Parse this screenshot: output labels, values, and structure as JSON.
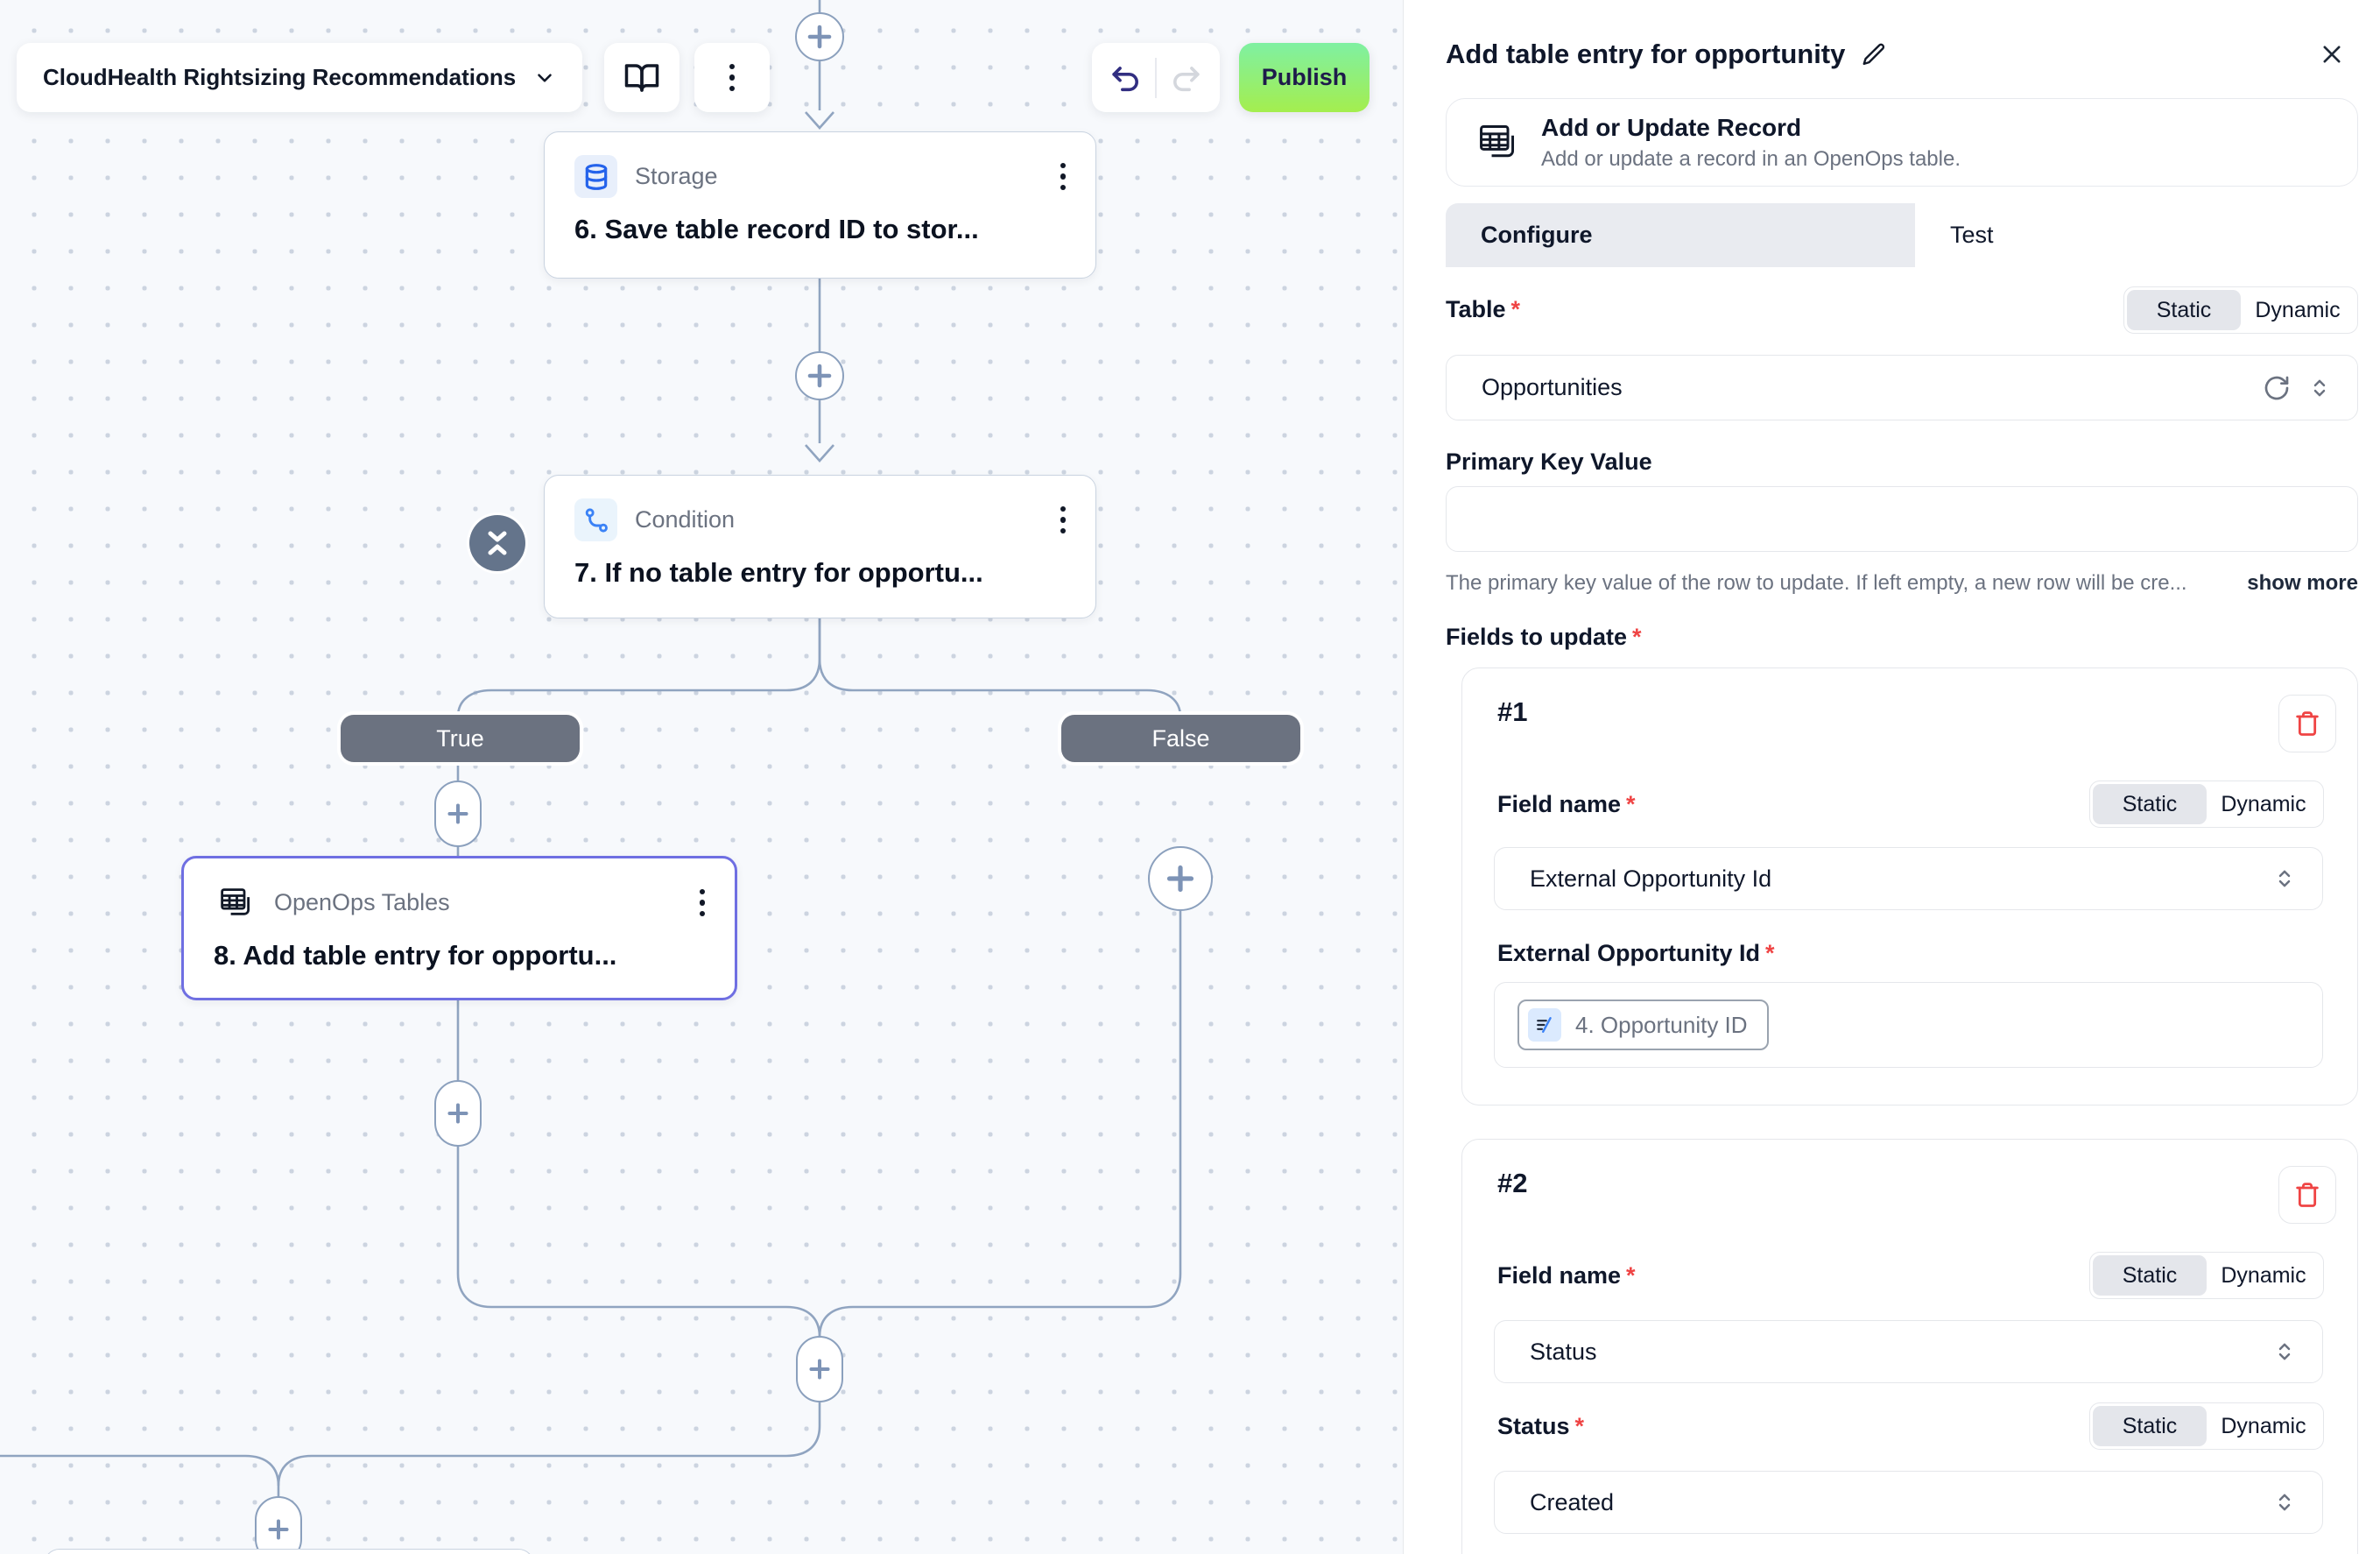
{
  "header": {
    "flow_name": "CloudHealth Rightsizing Recommendations",
    "publish_label": "Publish"
  },
  "canvas": {
    "branch_true": "True",
    "branch_false": "False",
    "nodes": {
      "storage": {
        "app": "Storage",
        "step": "6. Save table record ID to stor..."
      },
      "condition": {
        "app": "Condition",
        "step": "7. If no table entry for opportu..."
      },
      "tables": {
        "app": "OpenOps Tables",
        "step": "8. Add table entry for opportu..."
      }
    }
  },
  "panel": {
    "title": "Add table entry for opportunity",
    "action": {
      "name": "Add or Update Record",
      "description": "Add or update a record in an OpenOps table."
    },
    "tabs": {
      "configure": "Configure",
      "test": "Test"
    },
    "toggle": {
      "static_label": "Static",
      "dynamic_label": "Dynamic"
    },
    "table_field": {
      "label": "Table",
      "value": "Opportunities"
    },
    "primary_key": {
      "label": "Primary Key Value",
      "value": "",
      "help": "The primary key value of the row to update. If left empty, a new row will be cre...",
      "show_more": "show more"
    },
    "fields_to_update": {
      "label": "Fields to update",
      "items": [
        {
          "index": "#1",
          "field_name_label": "Field name",
          "field_name_value": "External Opportunity Id",
          "value_label": "External Opportunity Id",
          "chip": "4. Opportunity ID"
        },
        {
          "index": "#2",
          "field_name_label": "Field name",
          "field_name_value": "Status",
          "value_label": "Status",
          "value_value": "Created"
        }
      ]
    }
  },
  "colors": {
    "selected_node_border": "#6f6fe2",
    "publish_gradient_top": "#7ff0a2",
    "publish_gradient_bottom": "#a4ee4e",
    "branch_pill": "#6b7280",
    "danger": "#ef4444",
    "edge_line": "#90a4c0",
    "icon_blue": "#2563eb"
  }
}
